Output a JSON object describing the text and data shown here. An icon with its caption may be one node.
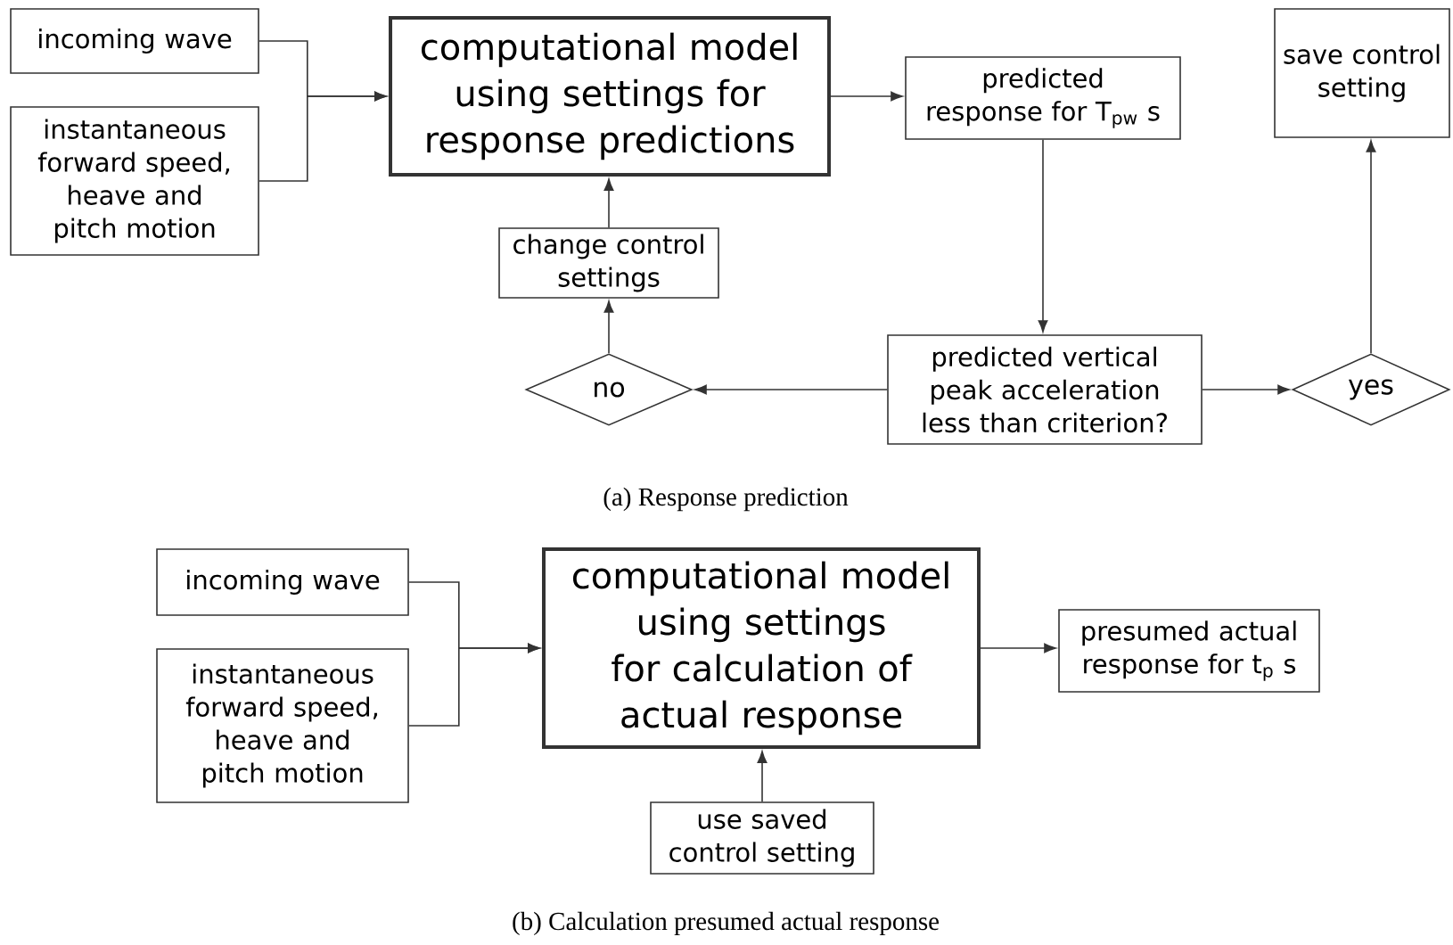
{
  "diagram": {
    "nodes": [
      {
        "text": [
          "incoming wave"
        ]
      },
      {
        "text": [
          "instantaneous forward speed, heave and pitch motion"
        ]
      },
      {
        "text": [
          "computational model using settings for response predictions"
        ]
      },
      {
        "text": [
          "predicted response for T$_{pw}$ s"
        ]
      },
      {
        "text": [
          "change control settings"
        ]
      },
      {
        "text": [
          "no"
        ]
      },
      {
        "text": [
          "predicted vertical peak acceleration less than criterion?"
        ]
      },
      {
        "text": [
          "save control setting"
        ]
      },
      {
        "text": [
          "yes"
        ]
      },
      {
        "text": [
          "incoming wave"
        ]
      },
      {
        "text": [
          "instantaneous forward speed, heave and pitch motion"
        ]
      },
      {
        "text": [
          "computational model using settings for calculation of actual response"
        ]
      },
      {
        "text": [
          "presumed actual response for t$_{p}$ s"
        ]
      },
      {
        "text": [
          "use saved control setting"
        ]
      }
    ],
    "edges": [
      {
        "from": 0,
        "to": 2,
        "arrow": "to"
      },
      {
        "from": 1,
        "to": 2,
        "arrow": "to"
      },
      {
        "from": 2,
        "to": 3,
        "arrow": "to"
      },
      {
        "from": 3,
        "to": 6,
        "arrow": "to"
      },
      {
        "from": 6,
        "to": 5,
        "arrow": "to"
      },
      {
        "from": 6,
        "to": 8,
        "arrow": "to"
      },
      {
        "from": 5,
        "to": 4,
        "arrow": "to"
      },
      {
        "from": 4,
        "to": 2,
        "arrow": "to"
      },
      {
        "from": 8,
        "to": 7,
        "arrow": "to"
      },
      {
        "from": 9,
        "to": 11,
        "arrow": "to"
      },
      {
        "from": 10,
        "to": 11,
        "arrow": "to"
      },
      {
        "from": 11,
        "to": 12,
        "arrow": "to"
      },
      {
        "from": 13,
        "to": 11,
        "arrow": "to"
      }
    ],
    "labels": [
      "(a) Response prediction",
      "(b) Calculation presumed actual response"
    ]
  }
}
